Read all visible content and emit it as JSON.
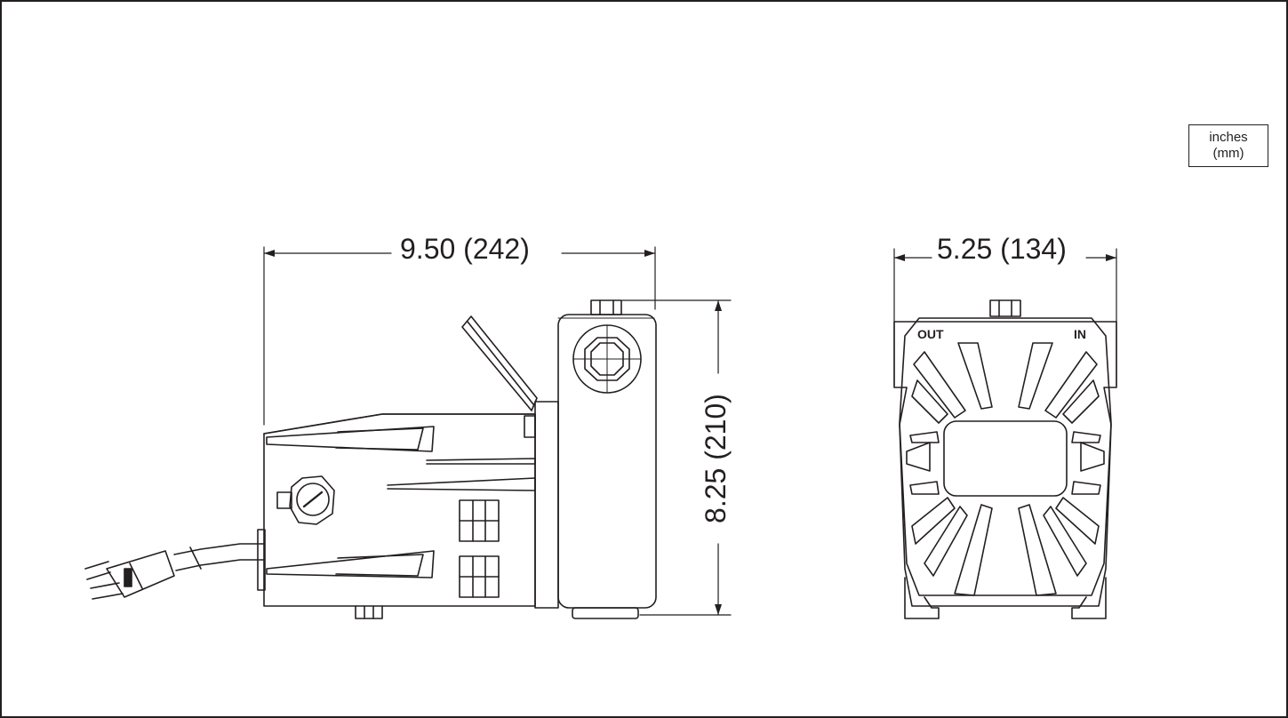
{
  "units": {
    "primary": "inches",
    "secondary": "(mm)"
  },
  "dimensions": {
    "width_side": "9.50 (242)",
    "height_side": "8.25 (210)",
    "width_front": "5.25 (134)"
  },
  "ports": {
    "outlet": "OUT",
    "inlet": "IN"
  },
  "colors": {
    "line": "#231f20",
    "background": "#ffffff"
  }
}
